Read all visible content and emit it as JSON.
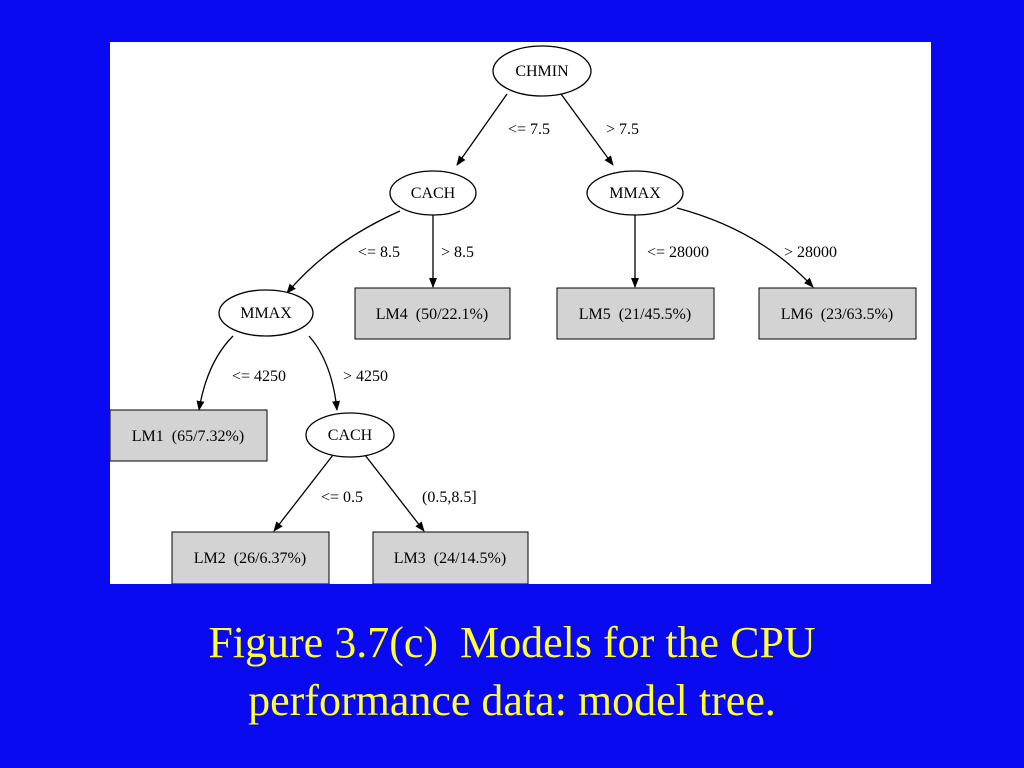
{
  "colors": {
    "slide_background": "#0a0af0",
    "panel_background": "#ffffff",
    "leaf_fill": "#d3d3d3",
    "caption_text": "#ffff33",
    "diagram_ink": "#000000"
  },
  "tree": {
    "nodes": {
      "root": {
        "label": "CHMIN",
        "kind": "split"
      },
      "cach1": {
        "label": "CACH",
        "kind": "split"
      },
      "mmax1": {
        "label": "MMAX",
        "kind": "split"
      },
      "mmax2": {
        "label": "MMAX",
        "kind": "split"
      },
      "cach2": {
        "label": "CACH",
        "kind": "split"
      },
      "lm1": {
        "label": "LM1  (65/7.32%)",
        "kind": "leaf"
      },
      "lm2": {
        "label": "LM2  (26/6.37%)",
        "kind": "leaf"
      },
      "lm3": {
        "label": "LM3  (24/14.5%)",
        "kind": "leaf"
      },
      "lm4": {
        "label": "LM4  (50/22.1%)",
        "kind": "leaf"
      },
      "lm5": {
        "label": "LM5  (21/45.5%)",
        "kind": "leaf"
      },
      "lm6": {
        "label": "LM6  (23/63.5%)",
        "kind": "leaf"
      }
    },
    "edges": {
      "root_cach1": {
        "from": "root",
        "to": "cach1",
        "label": "<= 7.5"
      },
      "root_mmax1": {
        "from": "root",
        "to": "mmax1",
        "label": ">  7.5"
      },
      "cach1_mmax2": {
        "from": "cach1",
        "to": "mmax2",
        "label": "<= 8.5"
      },
      "cach1_lm4": {
        "from": "cach1",
        "to": "lm4",
        "label": ">  8.5"
      },
      "mmax1_lm5": {
        "from": "mmax1",
        "to": "lm5",
        "label": "<= 28000"
      },
      "mmax1_lm6": {
        "from": "mmax1",
        "to": "lm6",
        "label": ">  28000"
      },
      "mmax2_lm1": {
        "from": "mmax2",
        "to": "lm1",
        "label": "<= 4250"
      },
      "mmax2_cach2": {
        "from": "mmax2",
        "to": "cach2",
        "label": ">  4250"
      },
      "cach2_lm2": {
        "from": "cach2",
        "to": "lm2",
        "label": "<= 0.5"
      },
      "cach2_lm3": {
        "from": "cach2",
        "to": "lm3",
        "label": "(0.5,8.5]"
      }
    }
  },
  "caption": {
    "line1": "Figure 3.7(c)  Models for the CPU",
    "line2": "performance data: model tree."
  }
}
